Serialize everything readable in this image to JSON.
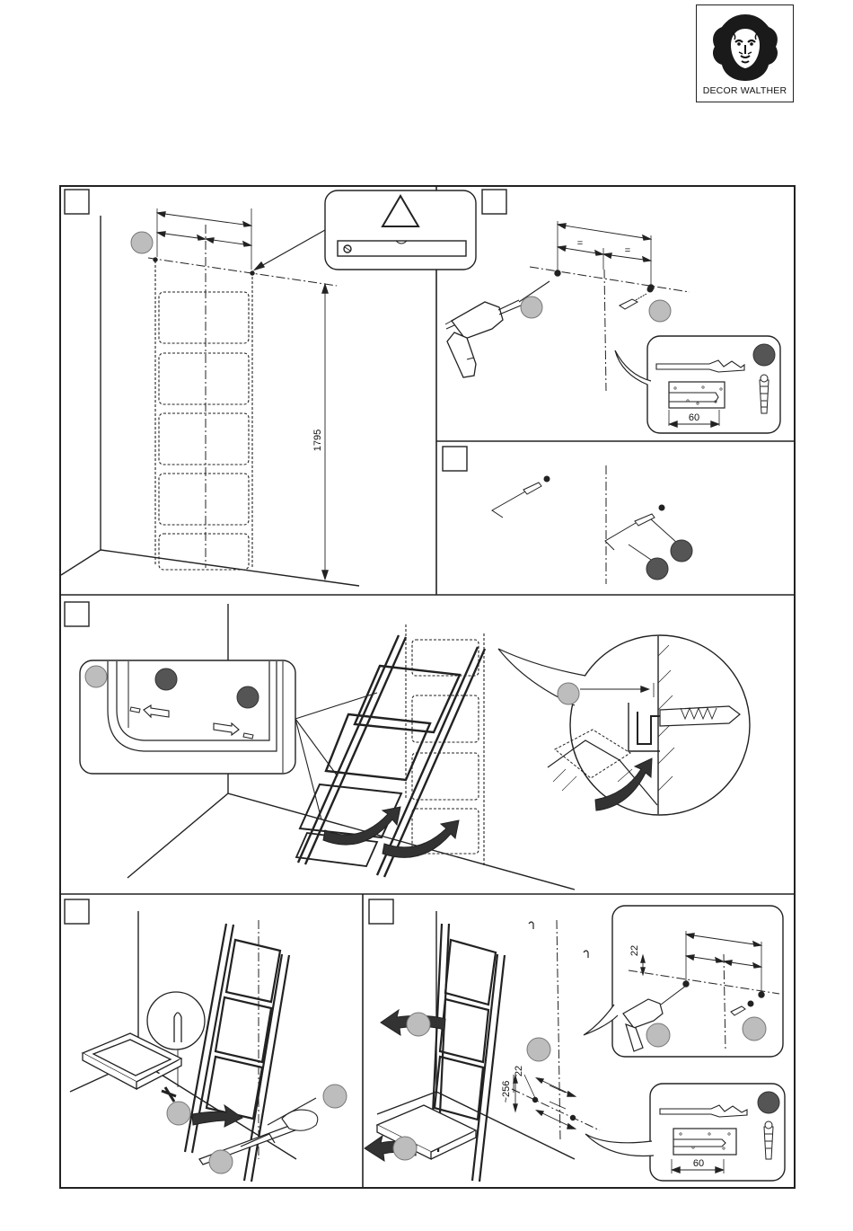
{
  "header": {
    "brand": "DECOR WALTHER"
  },
  "panels": [
    {
      "id": "step-1",
      "dimension_height": "1795"
    },
    {
      "id": "step-2",
      "marks": [
        "=",
        "="
      ],
      "drill_depth": "60"
    },
    {
      "id": "step-3"
    },
    {
      "id": "step-4"
    },
    {
      "id": "step-5"
    },
    {
      "id": "step-6",
      "dims": [
        "22",
        "22",
        "~256"
      ],
      "drill_depth": "60"
    }
  ],
  "colors": {
    "line": "#222222",
    "marker_light": "#bdbdbd",
    "marker_dark": "#555555",
    "arrow": "#333333"
  }
}
